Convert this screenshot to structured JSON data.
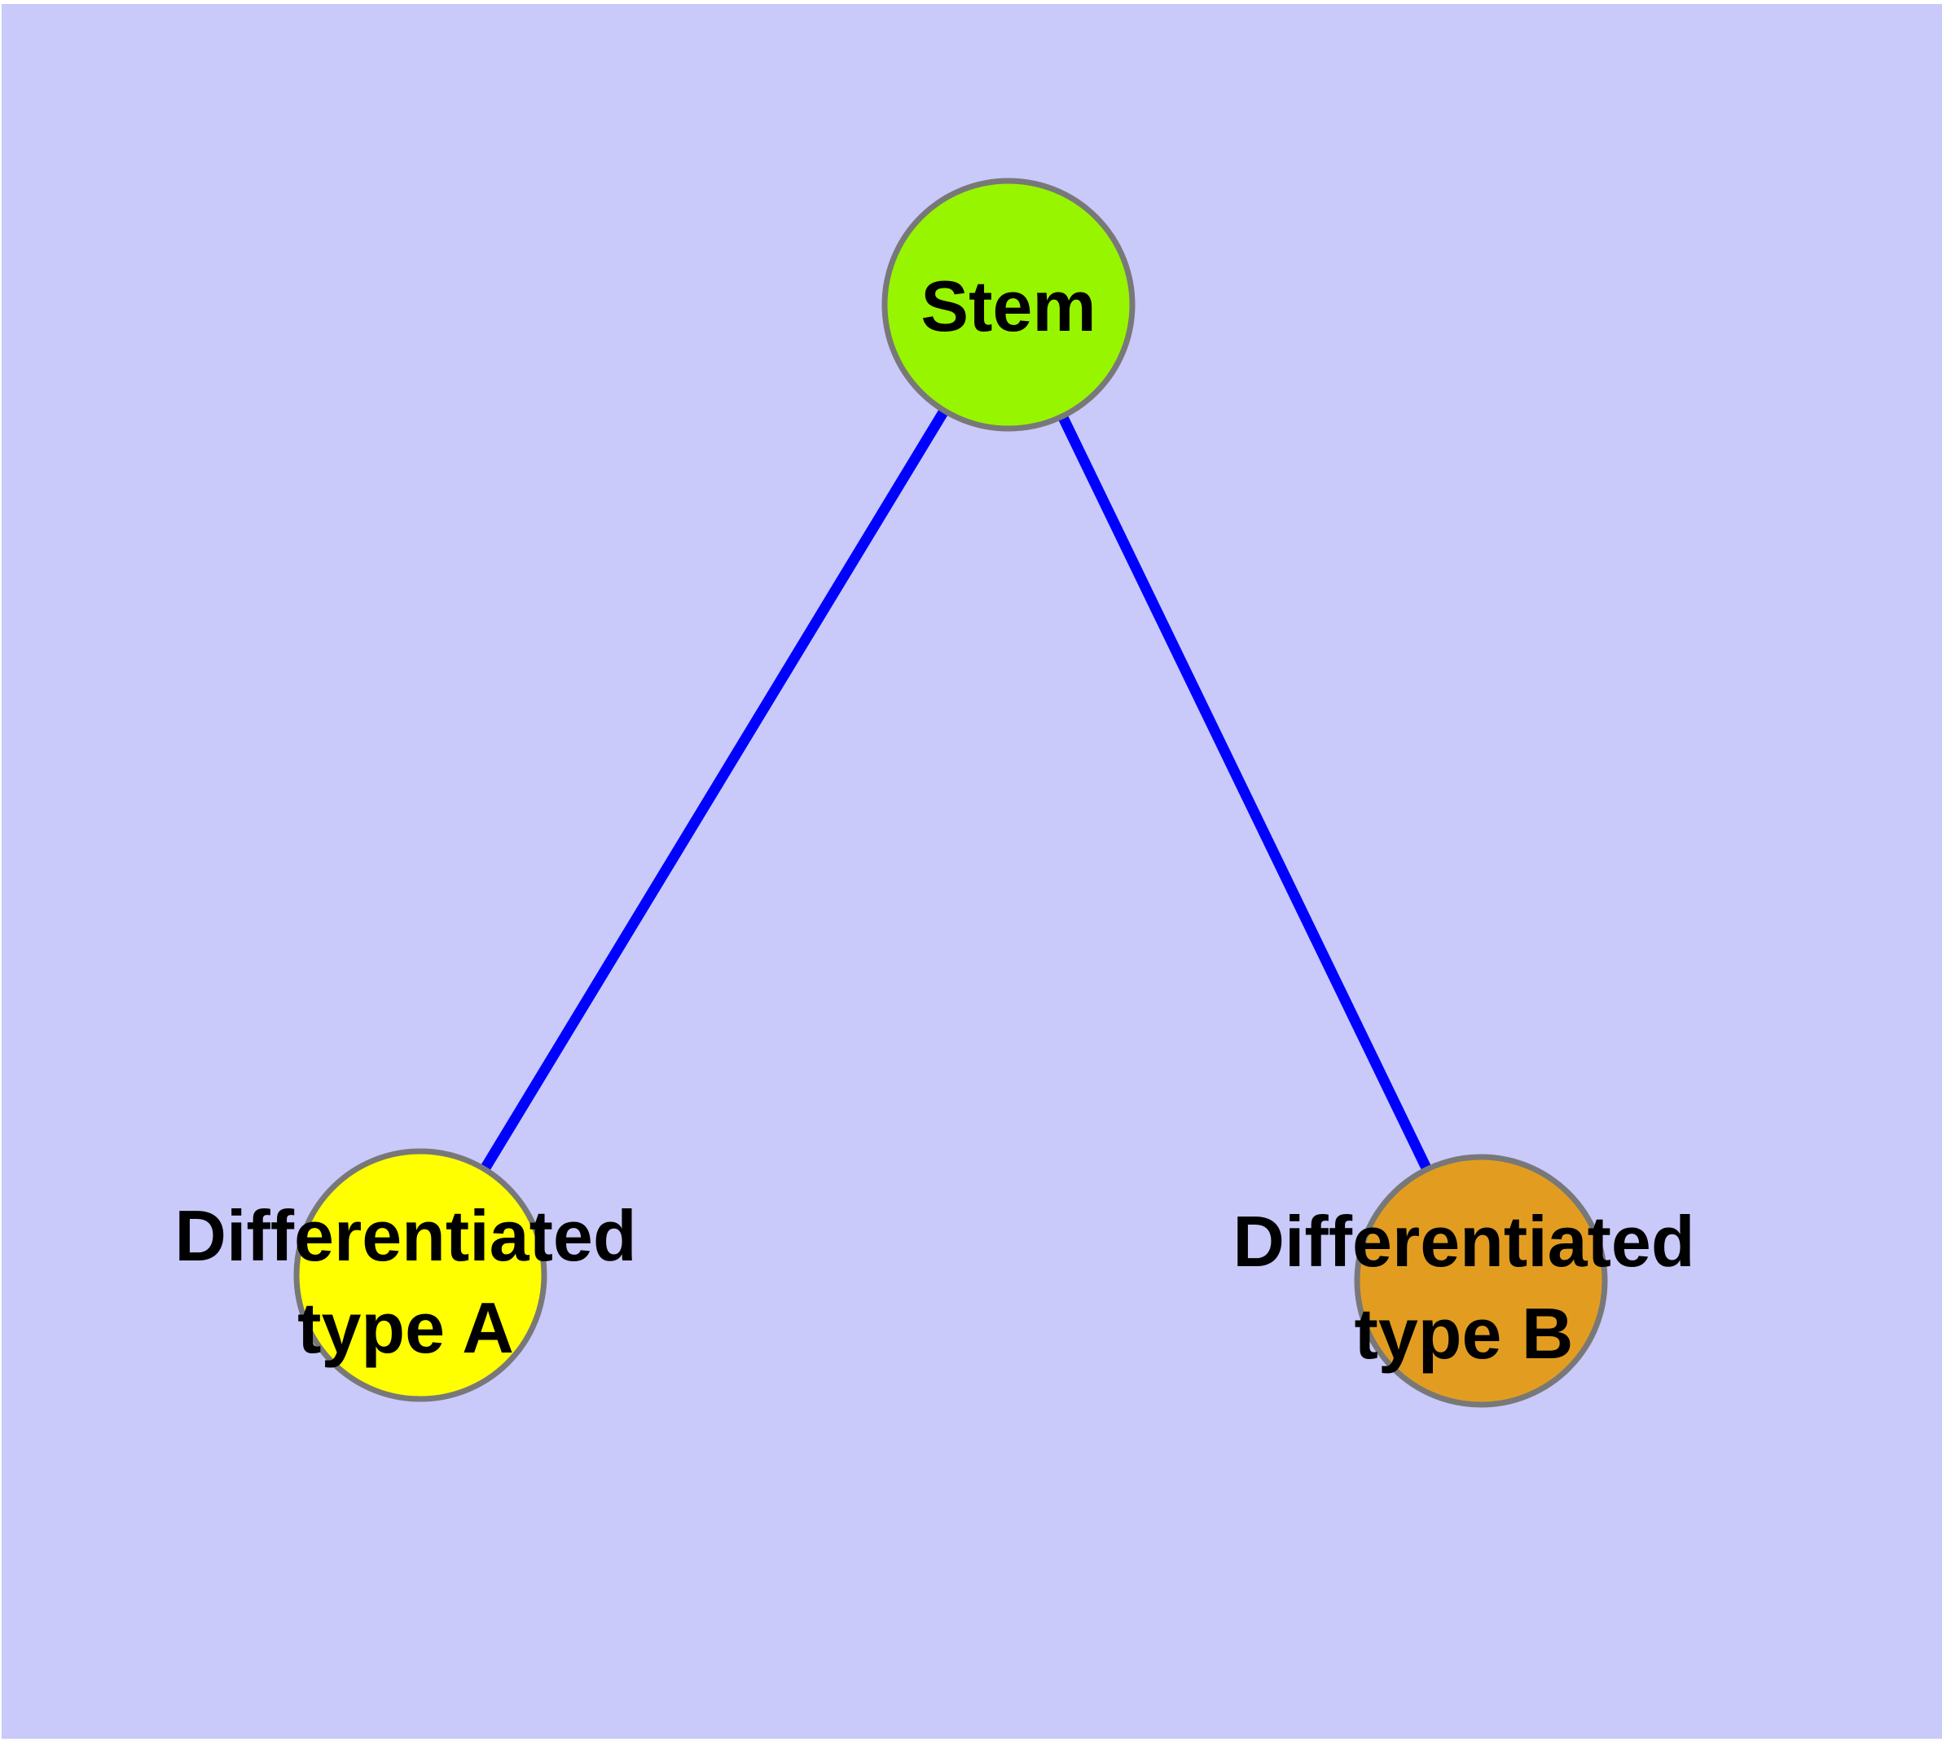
{
  "diagram": {
    "background_color": "#C9C9FA",
    "frame_color": "#FFFFFF",
    "edge_color": "#0000FF",
    "node_border_color": "#787878",
    "text_color": "#000000",
    "nodes": [
      {
        "id": "stem",
        "label": "Stem",
        "fill": "#98F500"
      },
      {
        "id": "differentiated-type-a",
        "label_line1": "Differentiated",
        "label_line2": "type A",
        "fill": "#FFFF00"
      },
      {
        "id": "differentiated-type-b",
        "label_line1": "Differentiated",
        "label_line2": "type B",
        "fill": "#E29D21"
      }
    ],
    "edges": [
      {
        "from": "stem",
        "to": "differentiated-type-a"
      },
      {
        "from": "stem",
        "to": "differentiated-type-b"
      }
    ]
  }
}
